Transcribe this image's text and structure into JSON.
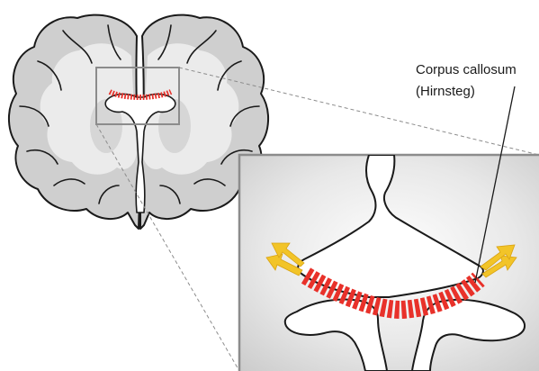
{
  "label": {
    "line1": "Corpus callosum",
    "line2": "(Hirnsteg)"
  },
  "colors": {
    "brain_outer": "#cfcfcf",
    "brain_inner": "#ebebeb",
    "outline": "#1a1a1a",
    "inset_bg": "#dedede",
    "callosum_red": "#e8312a",
    "arrow_yellow": "#f2c428",
    "inset_border": "#8c8c8c",
    "dash_line": "#8c8c8c"
  },
  "icons": [
    "brain-coronal-section",
    "zoom-inset",
    "callosum-fibers",
    "stretch-arrows"
  ]
}
